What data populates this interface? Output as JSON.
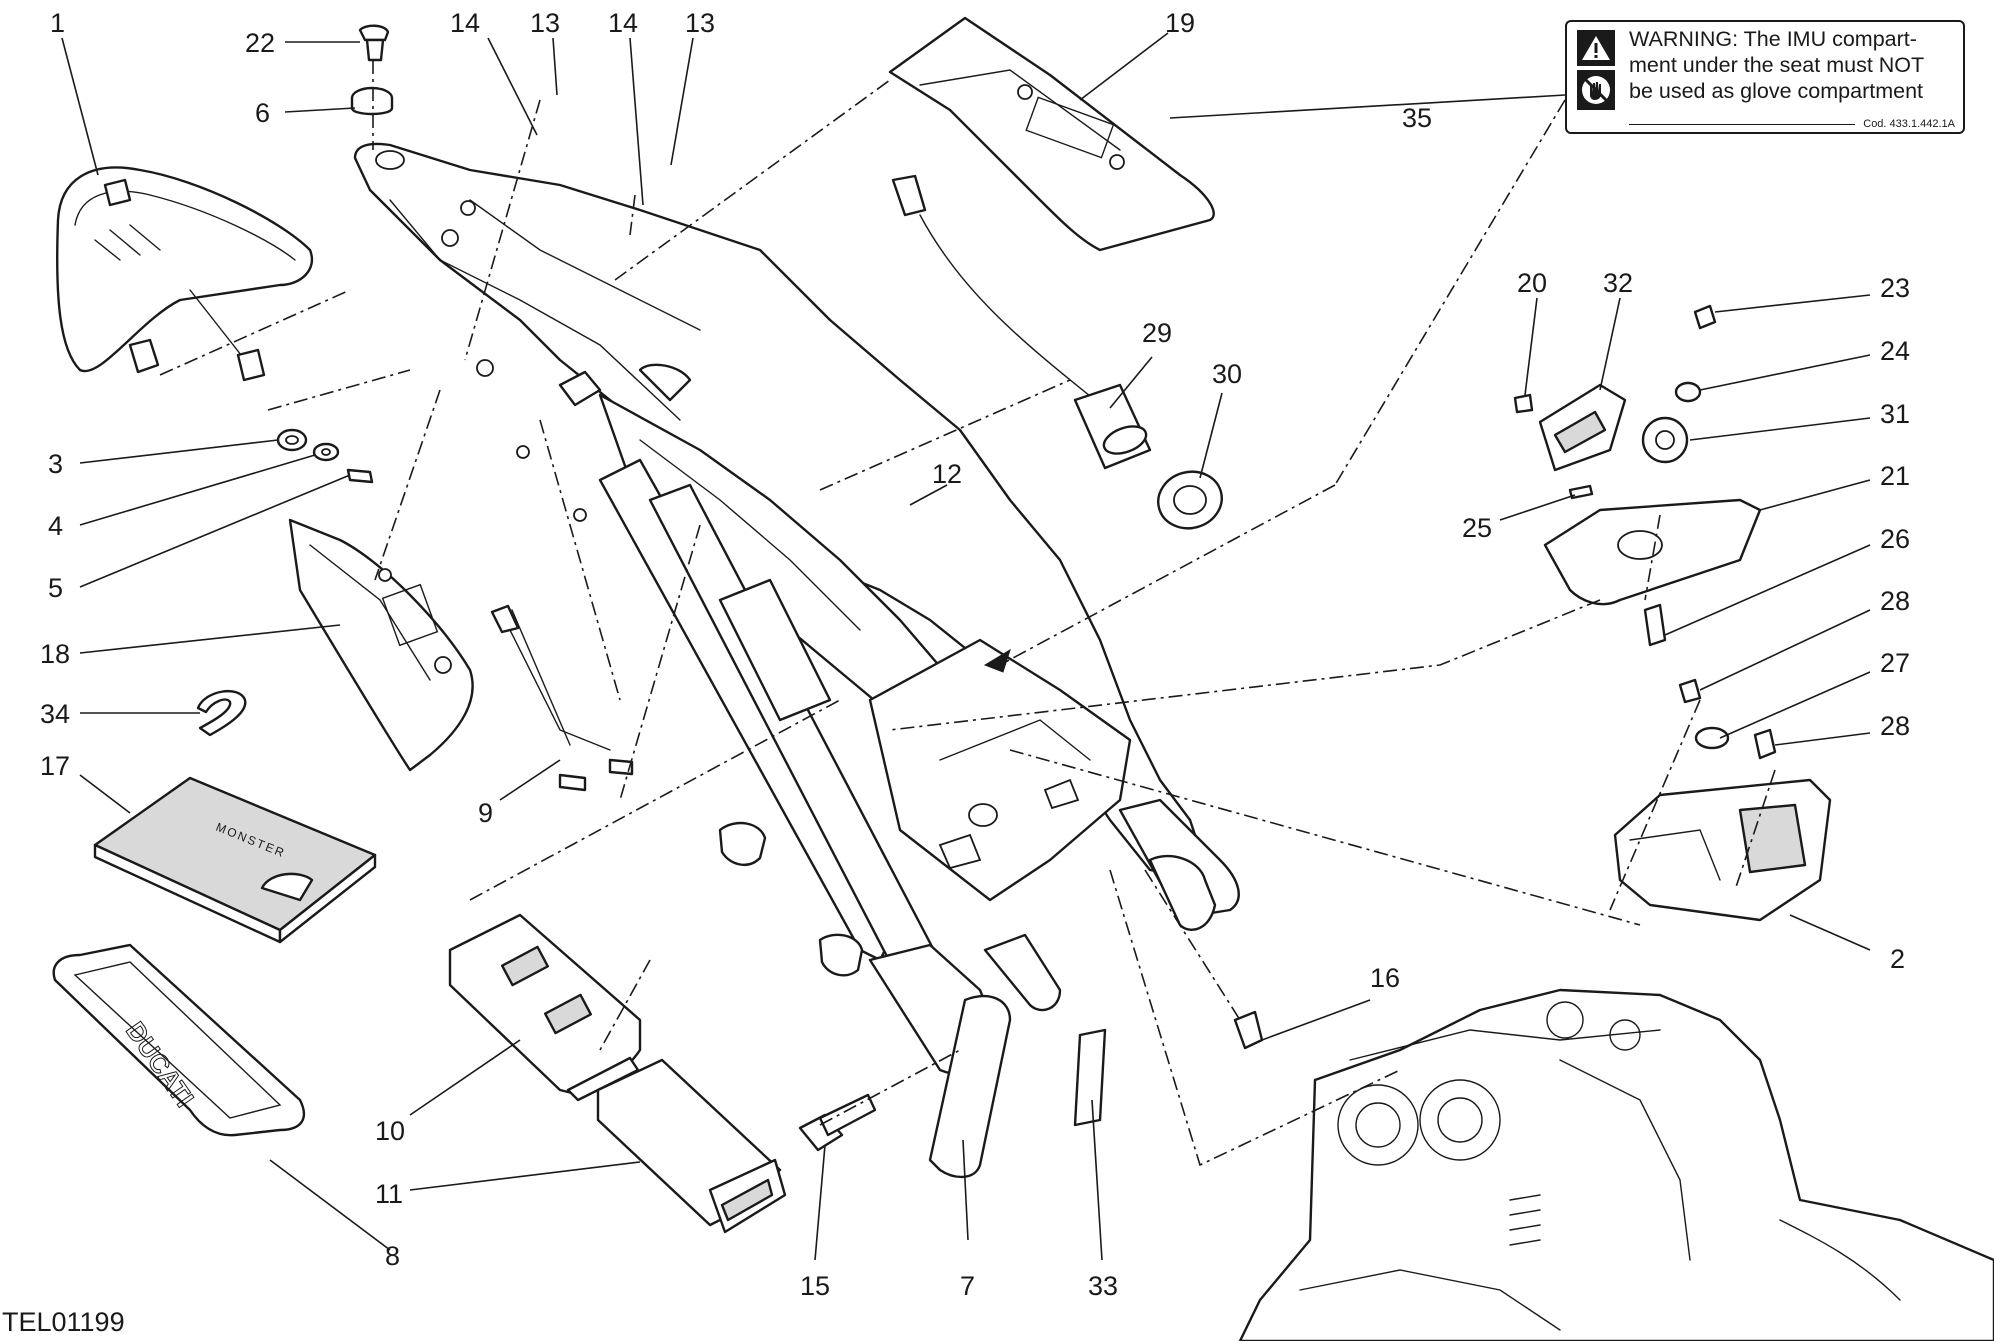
{
  "drawing_id": "TEL01199",
  "warning_label": {
    "lines": [
      "WARNING: The IMU compart-",
      "ment under the seat must NOT",
      "be used as glove compartment"
    ],
    "code": "Cod. 433.1.442.1A",
    "icons": [
      "warning-triangle-icon",
      "glove-prohibited-icon"
    ]
  },
  "part_printed_text": {
    "manual_cover": "MONSTER",
    "pad_logo": "DUCATI"
  },
  "callouts": {
    "c1": "1",
    "c2": "2",
    "c3": "3",
    "c4": "4",
    "c5": "5",
    "c6": "6",
    "c7": "7",
    "c8": "8",
    "c9": "9",
    "c10": "10",
    "c11": "11",
    "c12": "12",
    "c13a": "13",
    "c13b": "13",
    "c14a": "14",
    "c14b": "14",
    "c15": "15",
    "c16": "16",
    "c17": "17",
    "c18": "18",
    "c19": "19",
    "c20": "20",
    "c21": "21",
    "c22": "22",
    "c23": "23",
    "c24": "24",
    "c25": "25",
    "c26": "26",
    "c27": "27",
    "c28a": "28",
    "c28b": "28",
    "c29": "29",
    "c30": "30",
    "c31": "31",
    "c32": "32",
    "c33": "33",
    "c34": "34",
    "c35": "35"
  }
}
